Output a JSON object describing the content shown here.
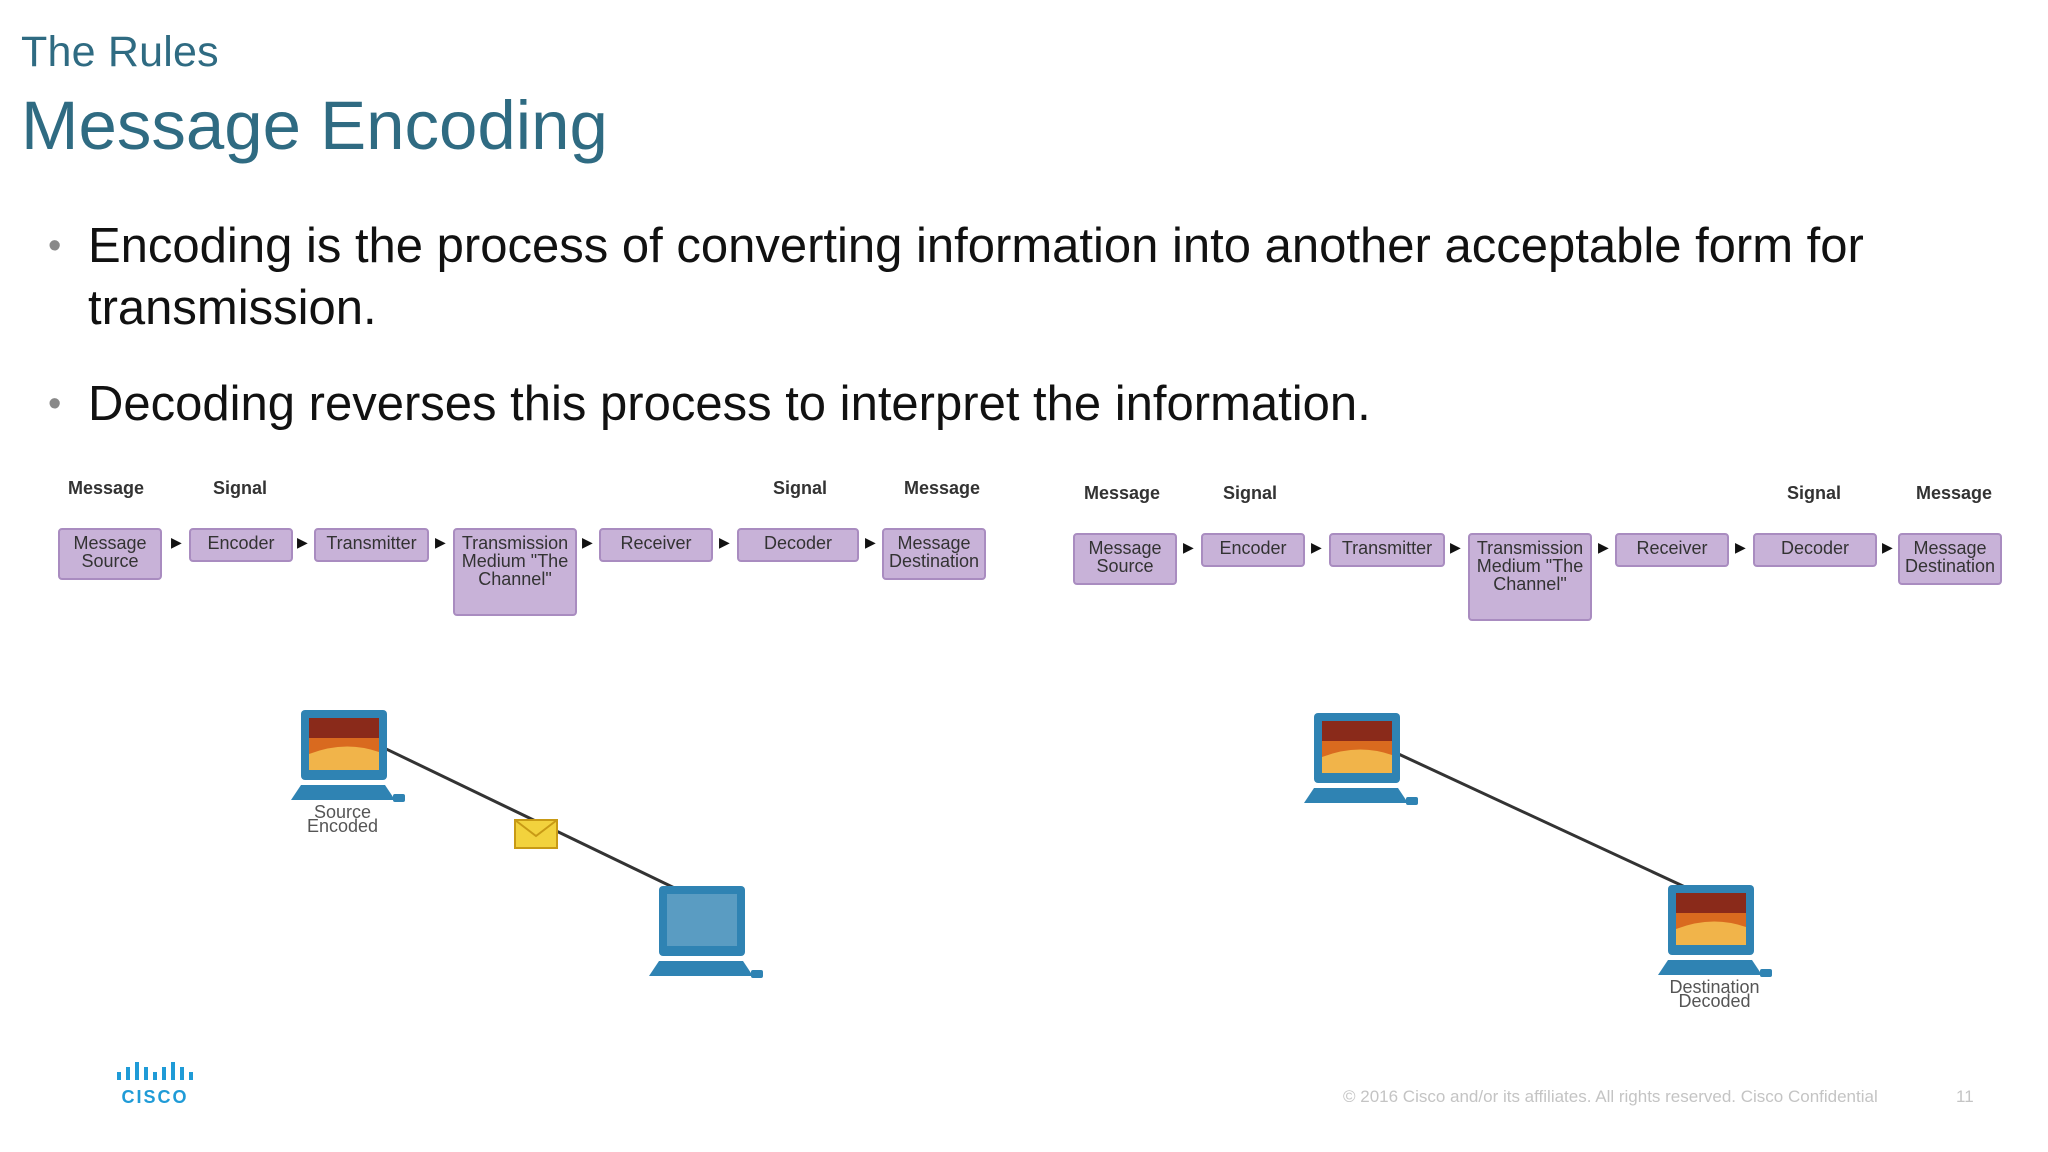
{
  "slide": {
    "supertitle": "The Rules",
    "title": "Message Encoding",
    "bullets": [
      "Encoding is the process of converting information into another acceptable form for transmission.",
      "Decoding reverses this process to interpret the information."
    ]
  },
  "diagrams": [
    {
      "headers": {
        "message_left": "Message",
        "signal_left": "Signal",
        "signal_right": "Signal",
        "message_right": "Message"
      },
      "boxes": [
        "Message Source",
        "Encoder",
        "Transmitter",
        "Transmission Medium \"The Channel\"",
        "Receiver",
        "Decoder",
        "Message Destination"
      ],
      "source_label": "Source Encoded",
      "destination_label": ""
    },
    {
      "headers": {
        "message_left": "Message",
        "signal_left": "Signal",
        "signal_right": "Signal",
        "message_right": "Message"
      },
      "boxes": [
        "Message Source",
        "Encoder",
        "Transmitter",
        "Transmission Medium \"The Channel\"",
        "Receiver",
        "Decoder",
        "Message Destination"
      ],
      "source_label": "",
      "destination_label": "Destination Decoded"
    }
  ],
  "footer": {
    "logo_text": "CISCO",
    "copyright": "© 2016  Cisco and/or its affiliates. All rights reserved.   Cisco Confidential",
    "page_number": "11"
  },
  "colors": {
    "title": "#2f6b82",
    "flow_box": "#c8b2d8",
    "computer": "#2f83b3",
    "envelope": "#f2d23d"
  }
}
